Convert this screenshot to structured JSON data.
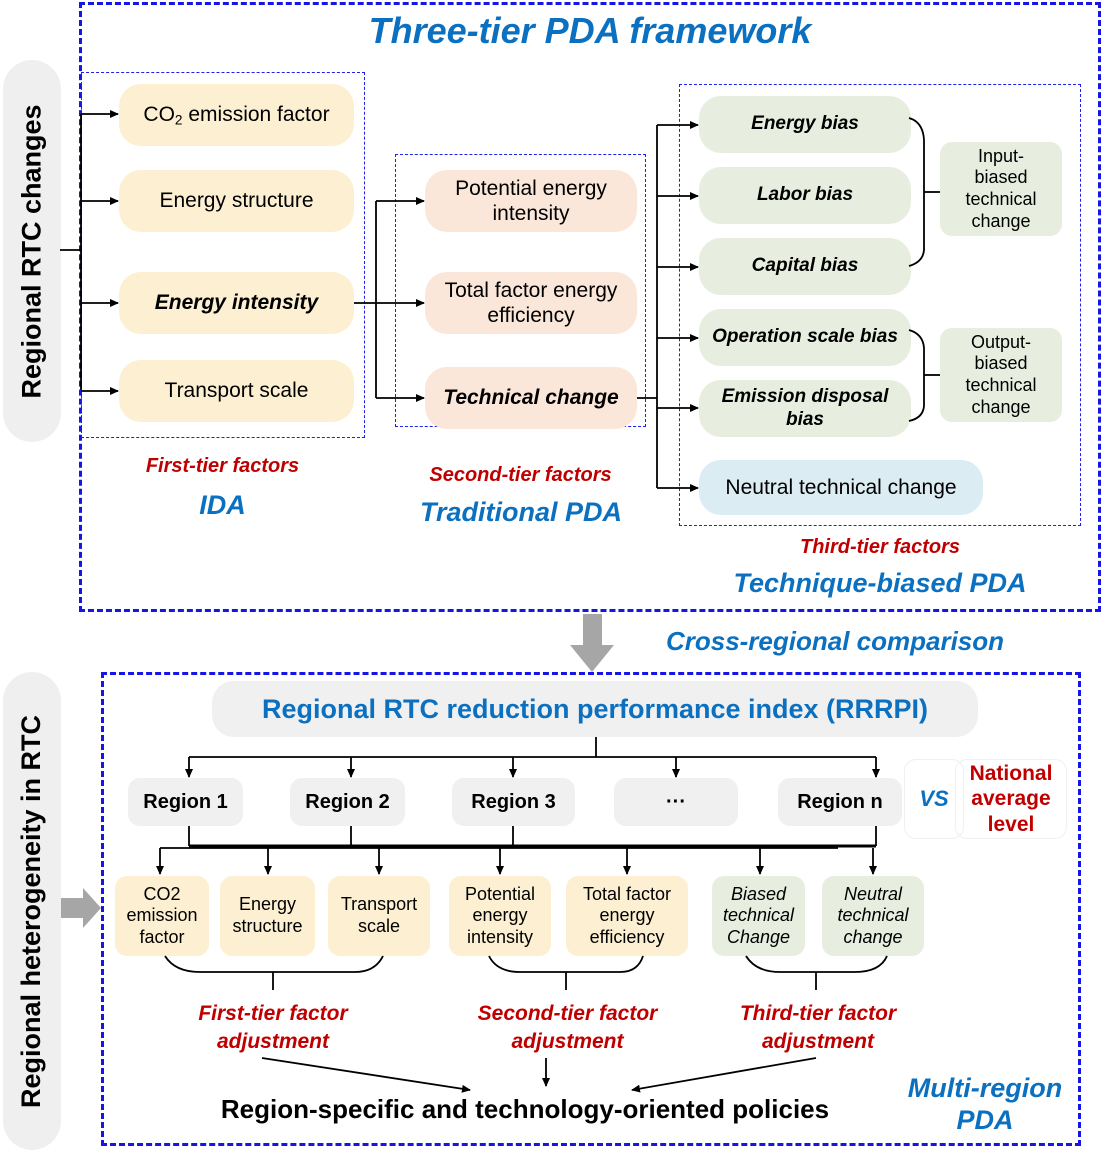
{
  "side_labels": {
    "top": "Regional RTC changes",
    "bottom": "Regional heterogeneity in RTC"
  },
  "framework": {
    "title": "Three-tier PDA framework",
    "first_tier": {
      "items": [
        {
          "label_main": "CO",
          "label_sub": "2",
          "label_rest": " emission factor"
        },
        {
          "label": "Energy structure"
        },
        {
          "label": "Energy intensity"
        },
        {
          "label": "Transport scale"
        }
      ],
      "tier_label": "First-tier factors",
      "method_label": "IDA"
    },
    "second_tier": {
      "items": [
        {
          "label": "Potential energy intensity"
        },
        {
          "label": "Total factor energy efficiency"
        },
        {
          "label": "Technical change"
        }
      ],
      "tier_label": "Second-tier factors",
      "method_label": "Traditional PDA"
    },
    "third_tier": {
      "items": [
        {
          "label": "Energy bias"
        },
        {
          "label": "Labor bias"
        },
        {
          "label": "Capital bias"
        },
        {
          "label": "Operation scale bias"
        },
        {
          "label": "Emission disposal bias"
        },
        {
          "label": "Neutral technical change"
        }
      ],
      "groups": [
        {
          "label": "Input-biased technical change"
        },
        {
          "label": "Output-biased technical change"
        }
      ],
      "tier_label": "Third-tier factors",
      "method_label": "Technique-biased PDA"
    }
  },
  "transition": {
    "label": "Cross-regional comparison"
  },
  "multi_region": {
    "index_title": "Regional RTC reduction performance index (RRRPI)",
    "regions": [
      "Region 1",
      "Region 2",
      "Region 3",
      "···",
      "Region n"
    ],
    "vs_label": "VS",
    "national_label": "National average level",
    "factors": [
      {
        "label": "CO2 emission factor",
        "style": "yellow"
      },
      {
        "label": "Energy structure",
        "style": "yellow"
      },
      {
        "label": "Transport scale",
        "style": "yellow"
      },
      {
        "label": "Potential energy intensity",
        "style": "yellow"
      },
      {
        "label": "Total factor energy efficiency",
        "style": "yellow"
      },
      {
        "label": "Biased technical Change",
        "style": "green"
      },
      {
        "label": "Neutral technical change",
        "style": "green"
      }
    ],
    "adjustments": [
      {
        "label": "First-tier factor adjustment"
      },
      {
        "label": "Second-tier factor adjustment"
      },
      {
        "label": "Third-tier factor adjustment"
      }
    ],
    "policy_label": "Region-specific and technology-oriented policies",
    "method_label": "Multi-region PDA"
  }
}
